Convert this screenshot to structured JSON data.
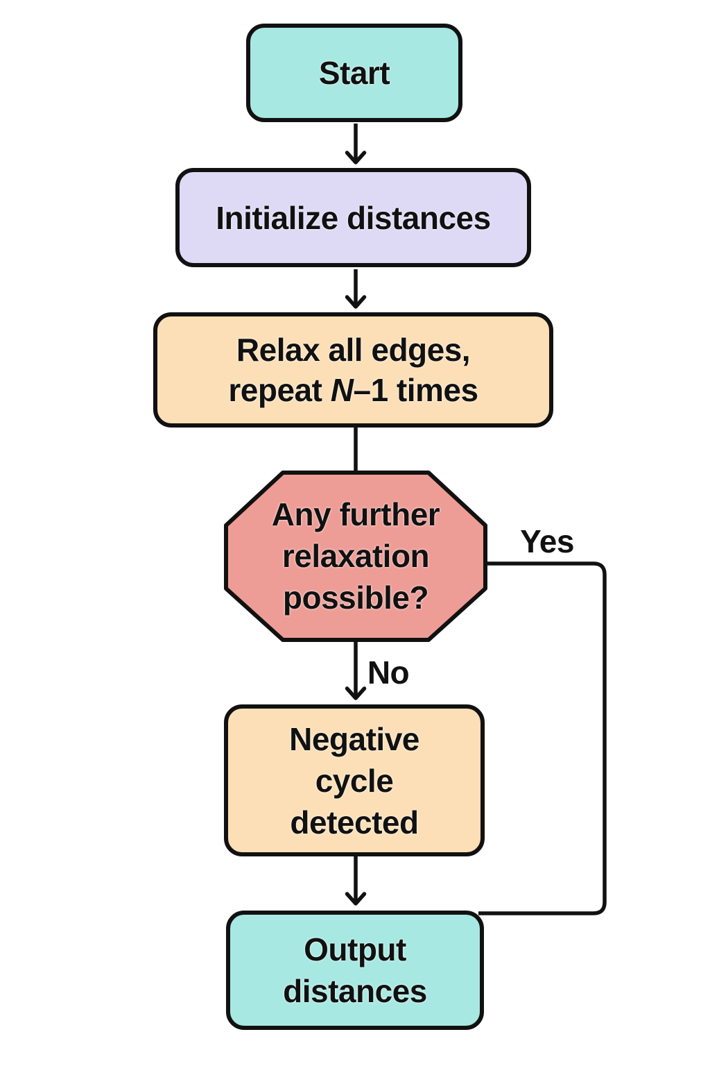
{
  "flowchart": {
    "background": "#ffffff",
    "stroke_color": "#111111",
    "nodes": {
      "start": {
        "shape": "rounded-rect",
        "fill": "#a7e8e2",
        "label": "Start"
      },
      "initialize": {
        "shape": "rounded-rect",
        "fill": "#dedaf6",
        "label": "Initialize distances"
      },
      "relax": {
        "shape": "rounded-rect",
        "fill": "#fcdfb6",
        "line1": "Relax all edges,",
        "line2_prefix": "repeat ",
        "line2_var": "N",
        "line2_suffix": "–1 times"
      },
      "decision": {
        "shape": "octagon",
        "fill": "#ee9d96",
        "line1": "Any further",
        "line2": "relaxation",
        "line3": "possible?"
      },
      "negative_cycle": {
        "shape": "rounded-rect",
        "fill": "#fcdfb6",
        "line1": "Negative",
        "line2": "cycle",
        "line3": "detected"
      },
      "output": {
        "shape": "rounded-rect",
        "fill": "#a7e8e2",
        "line1": "Output",
        "line2": "distances"
      }
    },
    "edge_labels": {
      "yes": "Yes",
      "no": "No"
    }
  }
}
